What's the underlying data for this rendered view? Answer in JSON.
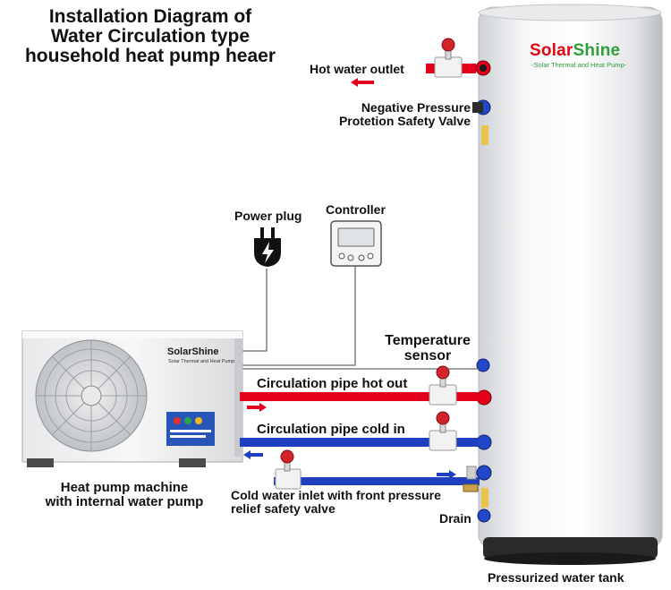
{
  "title": {
    "line1": "Installation Diagram of",
    "line2": "Water Circulation type",
    "line3": "household heat pump heaer"
  },
  "labels": {
    "hot_water_outlet": "Hot water outlet",
    "negative_pressure_line1": "Negative Pressure",
    "negative_pressure_line2": "Protetion Safety Valve",
    "power_plug": "Power plug",
    "controller": "Controller",
    "temperature_sensor_line1": "Temperature",
    "temperature_sensor_line2": "sensor",
    "circulation_hot_out": "Circulation pipe hot out",
    "circulation_cold_in": "Circulation pipe cold in",
    "cold_inlet_line1": "Cold water inlet with front pressure",
    "cold_inlet_line2": "relief safety valve",
    "drain": "Drain",
    "heat_pump_line1": "Heat pump machine",
    "heat_pump_line2": "with internal water pump",
    "tank": "Pressurized water tank"
  },
  "brand": {
    "tank_logo_solar": "Solar",
    "tank_logo_shine": "Shine",
    "tank_tagline": "-Solar Thermal and Heat Pump-",
    "unit_logo": "SolarShine",
    "unit_tagline": "Solar Thermal and Heat Pump"
  },
  "colors": {
    "hot_pipe": "#e3001b",
    "cold_pipe": "#1e3fbf",
    "brand_red": "#e30613",
    "brand_green": "#2e9e3a"
  }
}
